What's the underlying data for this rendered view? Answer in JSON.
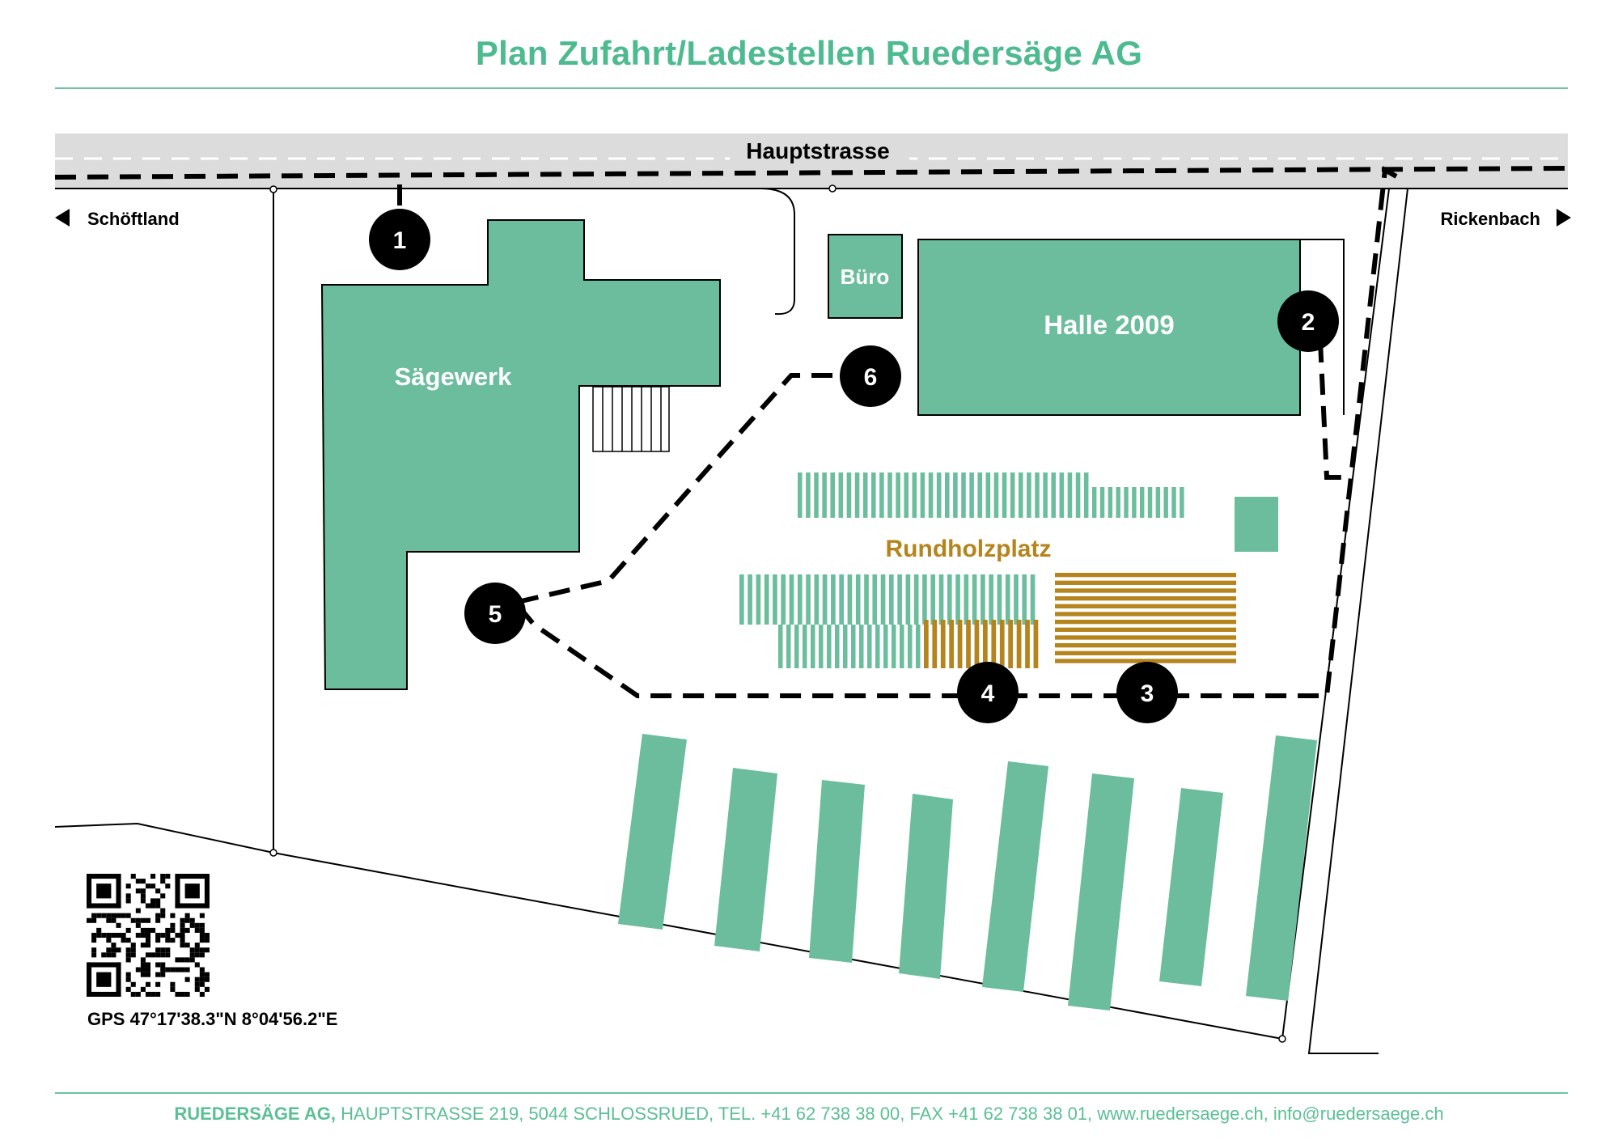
{
  "header": {
    "title": "Plan Zufahrt/Ladestellen Ruedersäge AG"
  },
  "colors": {
    "accent": "#4dba8f",
    "building": "#6bbd9d",
    "log": "#b5841c",
    "route": "#000000",
    "road": "#dcdcdc"
  },
  "map": {
    "road_label": "Hauptstrasse",
    "direction_left": "Schöftland",
    "direction_right": "Rickenbach",
    "buildings": {
      "saegewerk": "Sägewerk",
      "buero": "Büro",
      "halle": "Halle 2009"
    },
    "area_label": "Rundholzplatz",
    "stops": [
      "1",
      "2",
      "3",
      "4",
      "5",
      "6"
    ],
    "icons": {
      "left_arrow": "triangle-left-icon",
      "right_arrow": "triangle-right-icon"
    }
  },
  "gps": "GPS 47°17'38.3\"N 8°04'56.2\"E",
  "footer": {
    "company": "RUEDERSÄGE AG,",
    "address": " HAUPTSTRASSE 219, 5044 SCHLOSSRUED, TEL. +41 62 738 38 00, FAX +41 62 738 38 01, www.ruedersaege.ch, info@ruedersaege.ch"
  }
}
